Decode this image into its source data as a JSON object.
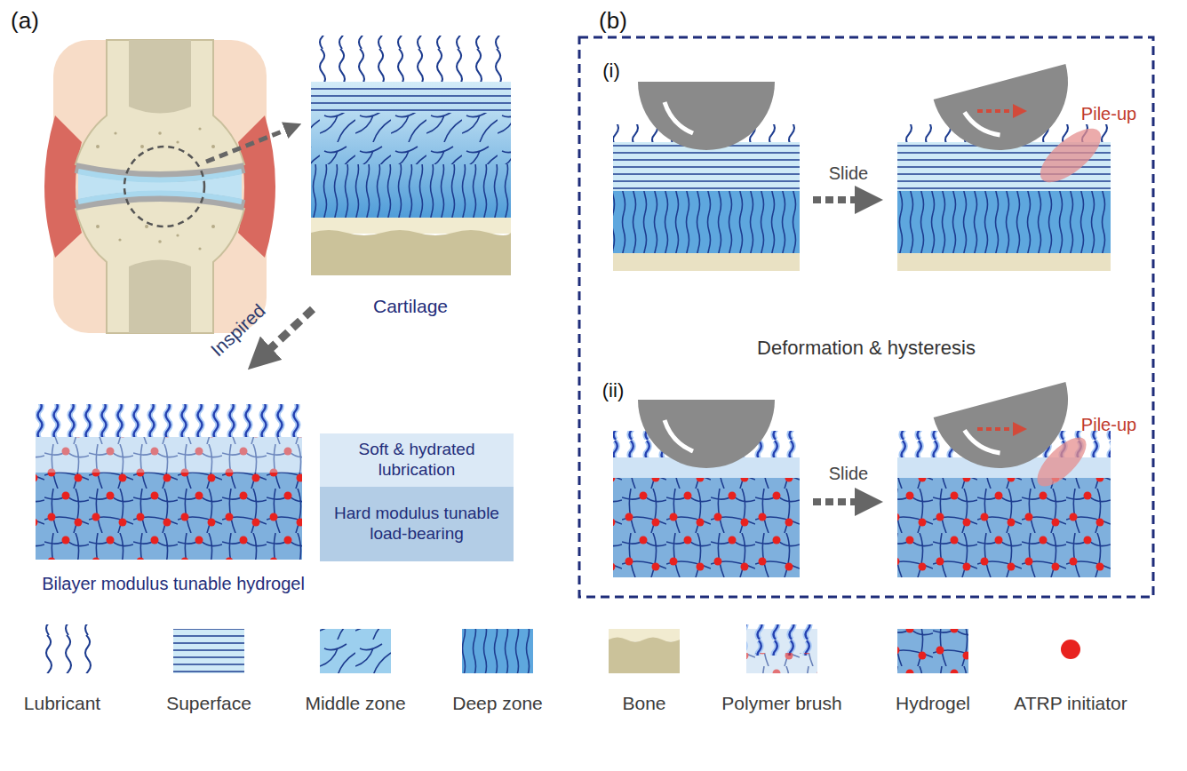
{
  "diagram": {
    "nodes": [
      {
        "text": [
          "Soft & hydrated lubrication"
        ]
      },
      {
        "text": [
          "Hard modulus tunable load-bearing"
        ]
      }
    ],
    "labels": [
      "(a)",
      "Cartilage",
      "Inspired",
      "Bilayer modulus tunable hydrogel",
      "(b)",
      "(i)",
      "Pile-up",
      "Slide",
      "Deformation & hysteresis",
      "(ii)",
      "Pile-up",
      "Slide"
    ],
    "legend": [
      {
        "text": "Lubricant"
      },
      {
        "text": "Superface"
      },
      {
        "text": "Middle zone"
      },
      {
        "text": "Deep zone"
      },
      {
        "text": "Bone"
      },
      {
        "text": "Polymer brush"
      },
      {
        "text": "Hydrogel"
      },
      {
        "text": "ATRP initiator",
        "color": "#e8221f"
      }
    ]
  }
}
